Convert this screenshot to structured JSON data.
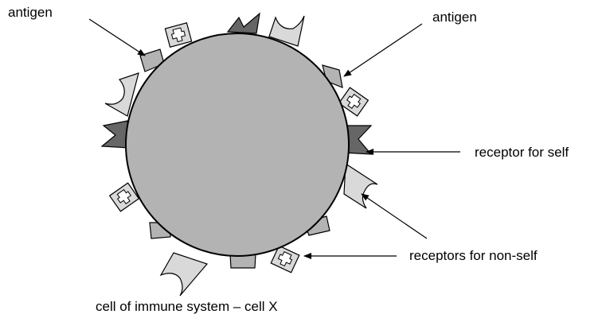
{
  "labels": {
    "antigen_left": "antigen",
    "antigen_right": "antigen",
    "receptor_self": "receptor for self",
    "receptors_nonself": "receptors for non-self"
  },
  "caption": "cell of immune system – cell X",
  "colors": {
    "cell_body": "#b3b3b3",
    "antigen_fill": "#b3b3b3",
    "self_receptor_fill": "#666666",
    "nonself_receptor_fill": "#d9d9d9",
    "outline": "#000000",
    "background": "#ffffff"
  }
}
